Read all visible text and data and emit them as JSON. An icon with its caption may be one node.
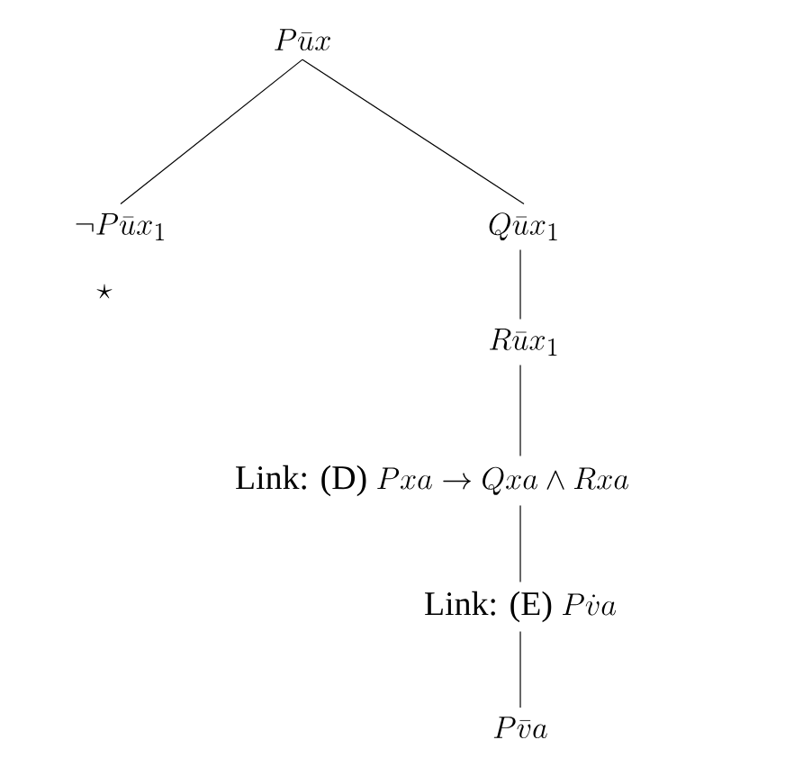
{
  "diagram": {
    "nodes": [
      {
        "text": [
          "P\\bar{u}x"
        ]
      },
      {
        "text": [
          "\\neg P\\bar{u}x_1"
        ]
      },
      {
        "text": [
          "Q\\bar{u}x_1"
        ]
      },
      {
        "text": [
          "R\\bar{u}x_1"
        ]
      },
      {
        "text": [
          "Link: (D)",
          "Pxa \\to Qxa \\wedge Rxa"
        ]
      },
      {
        "text": [
          "Link: (E)",
          "P\\dot{v}a"
        ]
      },
      {
        "text": [
          "P\\bar{v}a"
        ]
      }
    ],
    "edges": [
      {
        "from": 0,
        "to": 1,
        "arrow": "none"
      },
      {
        "from": 0,
        "to": 2,
        "arrow": "none"
      },
      {
        "from": 2,
        "to": 3,
        "arrow": "none"
      },
      {
        "from": 3,
        "to": 4,
        "arrow": "none"
      },
      {
        "from": 4,
        "to": 5,
        "arrow": "none"
      },
      {
        "from": 5,
        "to": 6,
        "arrow": "none"
      }
    ],
    "labels": [
      "\\star"
    ]
  }
}
